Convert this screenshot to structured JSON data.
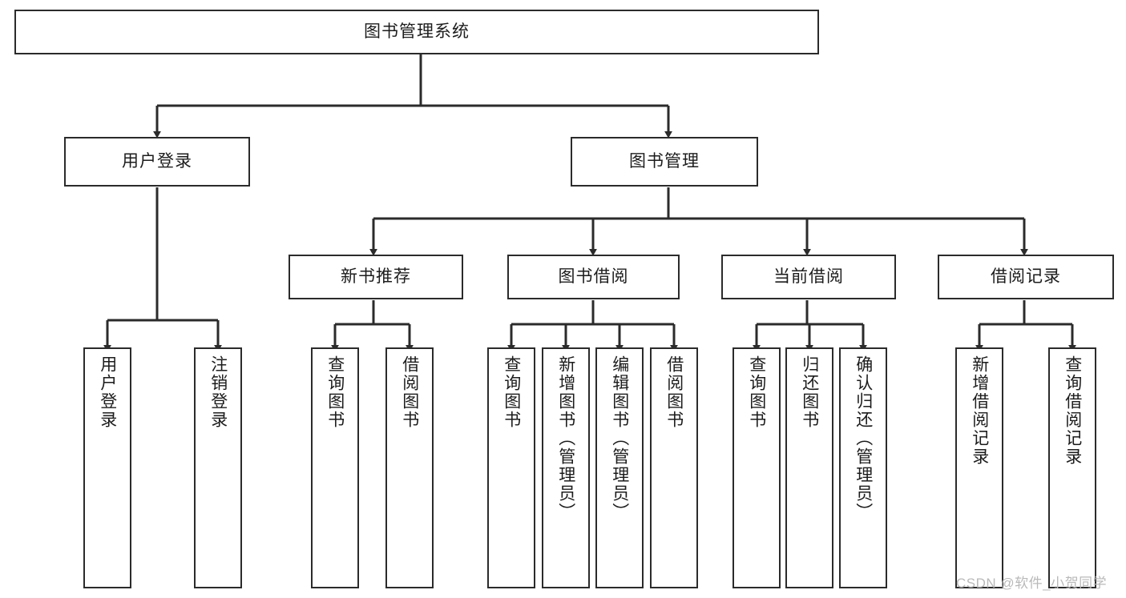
{
  "diagram": {
    "title": "图书管理系统",
    "watermark": "CSDN @软件_小贺同学",
    "line_color": "#2b2b2b",
    "box_fill": "#ffffff",
    "text_color": "#1c1c1c",
    "watermark_color": "#b9b9b9",
    "levels": {
      "root": {
        "label": "图书管理系统"
      },
      "level2": [
        {
          "label": "用户登录"
        },
        {
          "label": "图书管理"
        }
      ],
      "level3": [
        {
          "label": "新书推荐"
        },
        {
          "label": "图书借阅"
        },
        {
          "label": "当前借阅"
        },
        {
          "label": "借阅记录"
        }
      ],
      "leaves": {
        "user_login": [
          {
            "label": "用户登录"
          },
          {
            "label": "注销登录"
          }
        ],
        "new_book_recommend": [
          {
            "label": "查询图书"
          },
          {
            "label": "借阅图书"
          }
        ],
        "book_borrow": [
          {
            "label": "查询图书"
          },
          {
            "label": "新增图书（管理员）"
          },
          {
            "label": "编辑图书（管理员）"
          },
          {
            "label": "借阅图书"
          }
        ],
        "current_borrow": [
          {
            "label": "查询图书"
          },
          {
            "label": "归还图书"
          },
          {
            "label": "确认归还（管理员）"
          }
        ],
        "borrow_record": [
          {
            "label": "新增借阅记录"
          },
          {
            "label": "查询借阅记录"
          }
        ]
      }
    }
  }
}
